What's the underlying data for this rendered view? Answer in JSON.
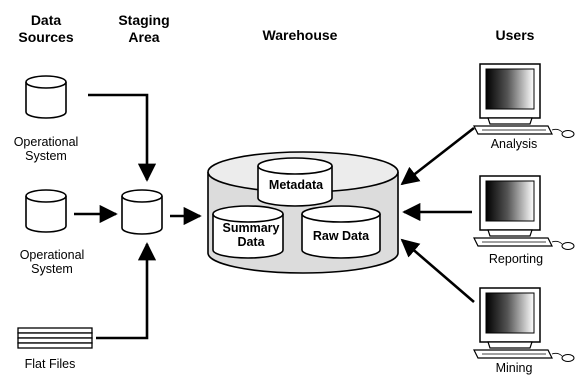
{
  "headers": {
    "data_sources": [
      "Data",
      "Sources"
    ],
    "staging_area": [
      "Staging",
      "Area"
    ],
    "warehouse": "Warehouse",
    "users": "Users"
  },
  "sources": {
    "operational_1": [
      "Operational",
      "System"
    ],
    "operational_2": [
      "Operational",
      "System"
    ],
    "flat_files": "Flat Files"
  },
  "warehouse": {
    "metadata": "Metadata",
    "summary_data": [
      "Summary",
      "Data"
    ],
    "raw_data": "Raw Data"
  },
  "users": {
    "analysis": "Analysis",
    "reporting": "Reporting",
    "mining": "Mining"
  },
  "colors": {
    "stroke": "#000000",
    "cylinder_fill": "#ffffff",
    "warehouse_fill": "#dcdcdc",
    "screen_gradient_dark": "#000000",
    "screen_gradient_light": "#ffffff"
  }
}
